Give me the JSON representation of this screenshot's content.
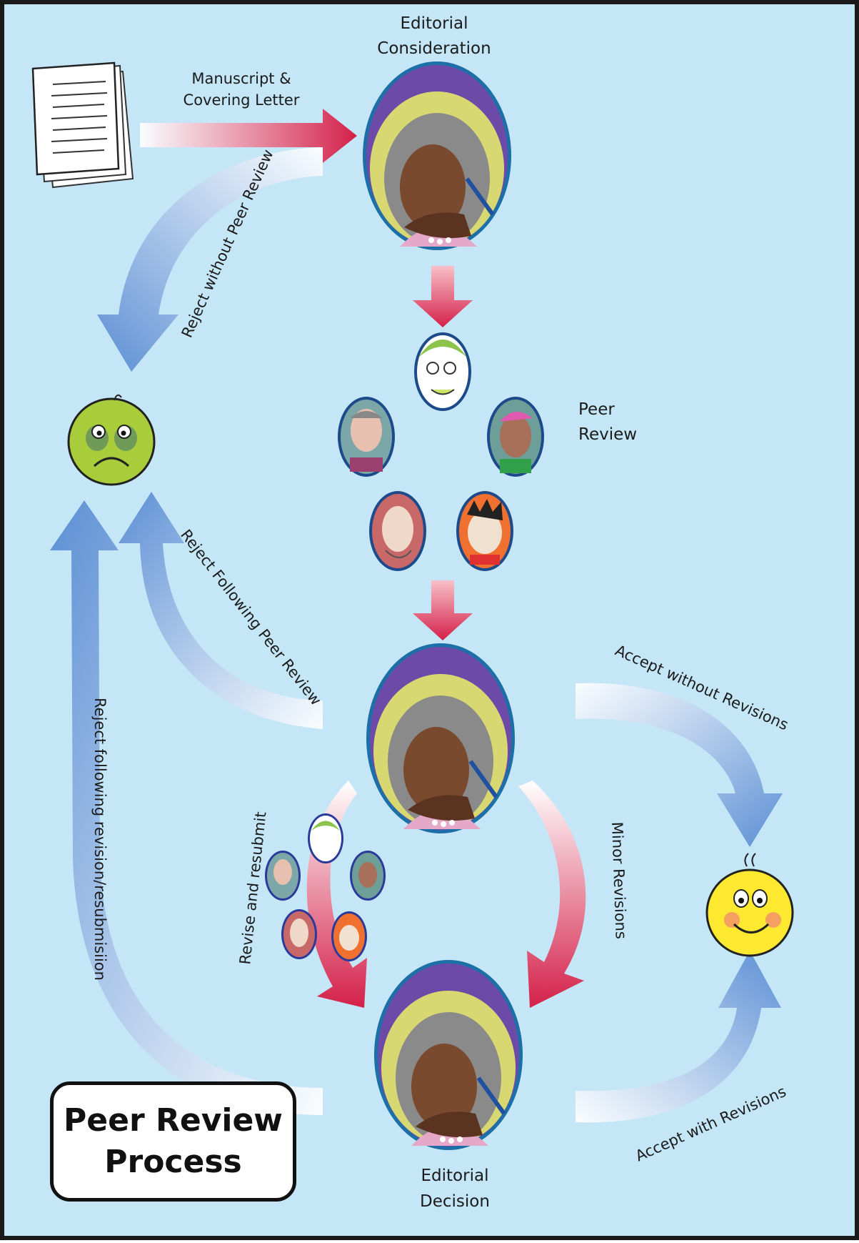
{
  "labels": {
    "editorial_consideration_line1": "Editorial",
    "editorial_consideration_line2": "Consideration",
    "manuscript_line1": "Manuscript &",
    "manuscript_line2": "Covering Letter",
    "reject_without_peer_review": "Reject without Peer Review",
    "peer_review_line1": "Peer",
    "peer_review_line2": "Review",
    "reject_following_peer_review": "Reject Following Peer Review",
    "accept_without_revisions": "Accept without Revisions",
    "reject_following_revision": "Reject following revision/resubmisiion",
    "revise_and_resubmit": "Revise and resubmit",
    "minor_revisions": "Minor Revisions",
    "accept_with_revisions": "Accept with Revisions",
    "editorial_decision_line1": "Editorial",
    "editorial_decision_line2": "Decision"
  },
  "title": {
    "line1": "Peer Review",
    "line2": "Process"
  },
  "colors": {
    "background": "#c4e6f6",
    "red_arrow": "#d42049",
    "blue_arrow": "#5b8fd4",
    "sad_face": "#a8cc3a",
    "happy_face": "#ffe830",
    "halo_purple": "#6e4aa8",
    "halo_yellow": "#d8d872"
  },
  "icons": [
    "document-stack-icon",
    "editor-portrait-icon",
    "reviewer-portrait-icon",
    "sad-face-icon",
    "happy-face-icon"
  ]
}
